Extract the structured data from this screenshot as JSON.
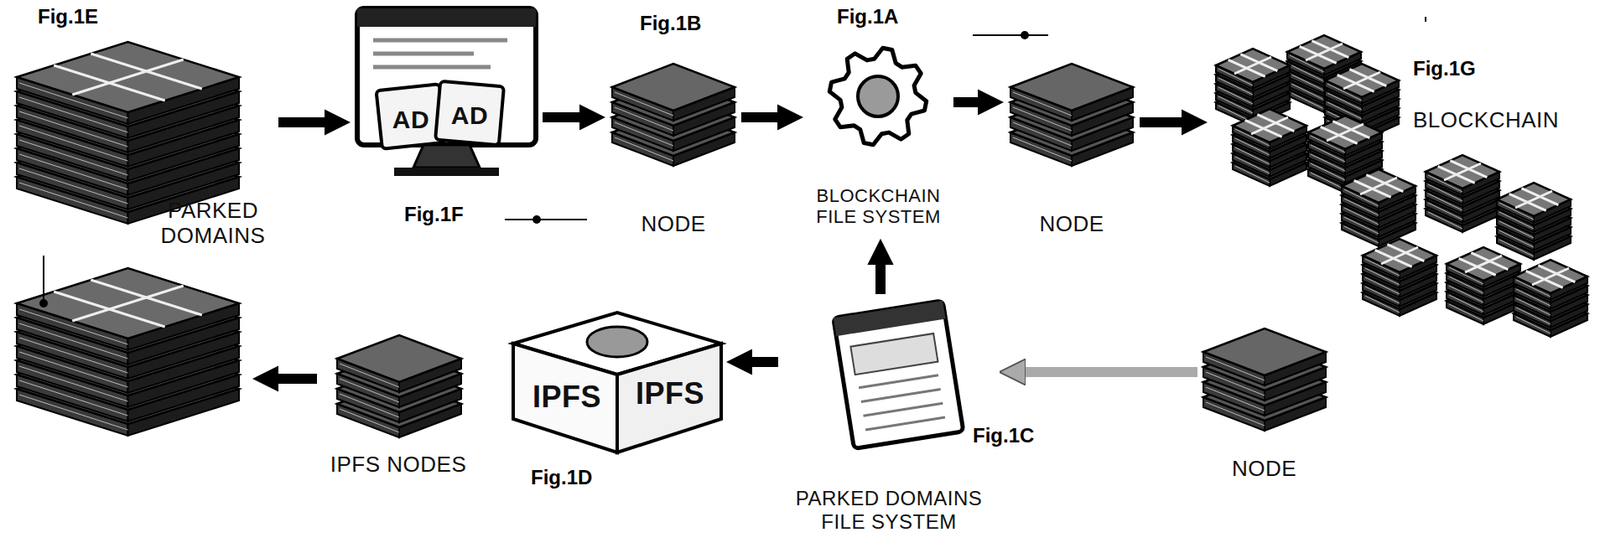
{
  "diagram": {
    "nodes": [
      {
        "text": [
          "PARKED DOMAINS"
        ]
      },
      {
        "text": [
          "AD",
          "AD"
        ]
      },
      {
        "text": [
          "NODE"
        ]
      },
      {
        "text": [
          "BLOCKCHAIN FILE SYSTEM"
        ]
      },
      {
        "text": [
          "NODE"
        ]
      },
      {
        "text": [
          "BLOCKCHAIN"
        ]
      },
      {
        "text": [
          "IPFS NODES"
        ]
      },
      {
        "text": [
          "IPFS",
          "IPFS"
        ]
      },
      {
        "text": [
          "PARKED DOMAINS FILE SYSTEM"
        ]
      },
      {
        "text": [
          "NODE"
        ]
      }
    ],
    "edges": [
      {
        "from": 0,
        "to": 1,
        "arrow": "to"
      },
      {
        "from": 1,
        "to": 2,
        "arrow": "to"
      },
      {
        "from": 2,
        "to": 3,
        "arrow": "to"
      },
      {
        "from": 3,
        "to": 4,
        "arrow": "to"
      },
      {
        "from": 4,
        "to": 5,
        "arrow": "to"
      },
      {
        "from": 9,
        "to": 8,
        "arrow": "to"
      },
      {
        "from": 8,
        "to": 3,
        "arrow": "to"
      },
      {
        "from": 8,
        "to": 7,
        "arrow": "to"
      }
    ],
    "labels": [
      "Fig.1E",
      "Fig.1B",
      "Fig.1A",
      "Fig.1G",
      "Fig.1F",
      "Fig.1C",
      "Fig.1D"
    ]
  }
}
